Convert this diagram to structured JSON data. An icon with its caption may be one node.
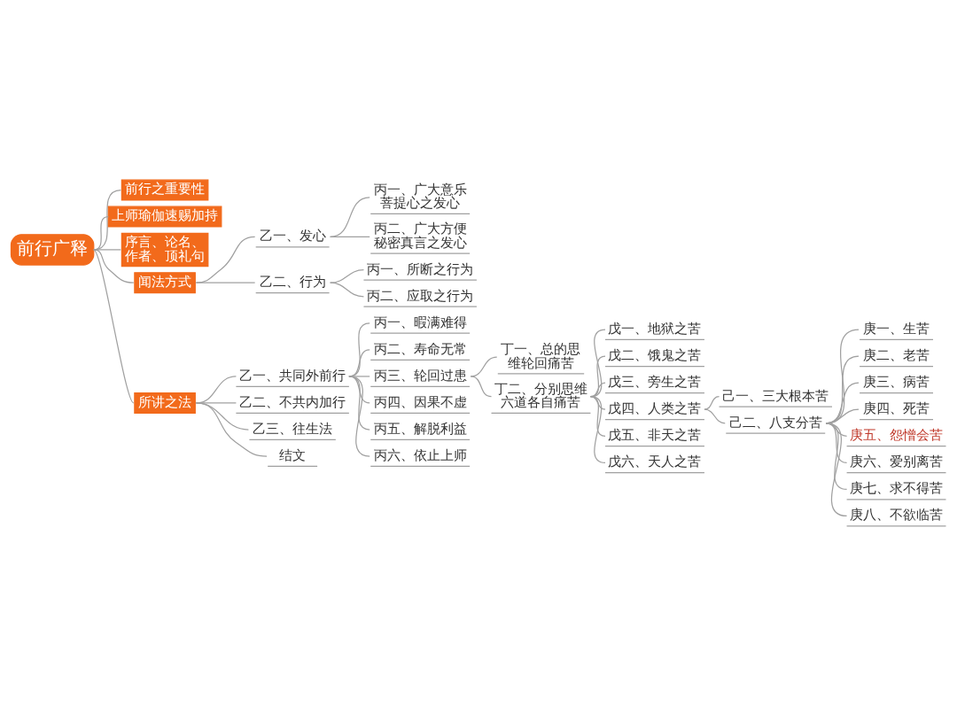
{
  "diagram": {
    "nodes": [
      {
        "text": [
          "前行广释"
        ]
      },
      {
        "text": [
          "前行之重要性"
        ]
      },
      {
        "text": [
          "上师瑜伽速赐加持"
        ]
      },
      {
        "text": [
          "序言、论名、作者、顶礼句"
        ]
      },
      {
        "text": [
          "闻法方式"
        ]
      },
      {
        "text": [
          "乙一、发心"
        ]
      },
      {
        "text": [
          "丙一、广大意乐菩提心之发心"
        ]
      },
      {
        "text": [
          "丙二、广大方便秘密真言之发心"
        ]
      },
      {
        "text": [
          "乙二、行为"
        ]
      },
      {
        "text": [
          "丙一、所断之行为"
        ]
      },
      {
        "text": [
          "丙二、应取之行为"
        ]
      },
      {
        "text": [
          "所讲之法"
        ]
      },
      {
        "text": [
          "乙一、共同外前行"
        ]
      },
      {
        "text": [
          "丙一、暇满难得"
        ]
      },
      {
        "text": [
          "丙二、寿命无常"
        ]
      },
      {
        "text": [
          "丙三、轮回过患"
        ]
      },
      {
        "text": [
          "丁一、总的思维轮回痛苦"
        ]
      },
      {
        "text": [
          "丁二、分别思维六道各自痛苦"
        ]
      },
      {
        "text": [
          "戊一、地狱之苦"
        ]
      },
      {
        "text": [
          "戊二、饿鬼之苦"
        ]
      },
      {
        "text": [
          "戊三、旁生之苦"
        ]
      },
      {
        "text": [
          "戊四、人类之苦"
        ]
      },
      {
        "text": [
          "己一、三大根本苦"
        ]
      },
      {
        "text": [
          "己二、八支分苦"
        ]
      },
      {
        "text": [
          "庚一、生苦"
        ]
      },
      {
        "text": [
          "庚二、老苦"
        ]
      },
      {
        "text": [
          "庚三、病苦"
        ]
      },
      {
        "text": [
          "庚四、死苦"
        ]
      },
      {
        "text": [
          "庚五、怨憎会苦"
        ]
      },
      {
        "text": [
          "庚六、爱别离苦"
        ]
      },
      {
        "text": [
          "庚七、求不得苦"
        ]
      },
      {
        "text": [
          "庚八、不欲临苦"
        ]
      },
      {
        "text": [
          "戊五、非天之苦"
        ]
      },
      {
        "text": [
          "戊六、天人之苦"
        ]
      },
      {
        "text": [
          "丙四、因果不虚"
        ]
      },
      {
        "text": [
          "丙五、解脱利益"
        ]
      },
      {
        "text": [
          "丙六、依止上师"
        ]
      },
      {
        "text": [
          "乙二、不共内加行"
        ]
      },
      {
        "text": [
          "乙三、往生法"
        ]
      },
      {
        "text": [
          "结文"
        ]
      }
    ],
    "edges": [
      {
        "from": 0,
        "to": 1,
        "arrow": "none"
      },
      {
        "from": 0,
        "to": 2,
        "arrow": "none"
      },
      {
        "from": 0,
        "to": 3,
        "arrow": "none"
      },
      {
        "from": 0,
        "to": 4,
        "arrow": "none"
      },
      {
        "from": 4,
        "to": 5,
        "arrow": "none"
      },
      {
        "from": 5,
        "to": 6,
        "arrow": "none"
      },
      {
        "from": 5,
        "to": 7,
        "arrow": "none"
      },
      {
        "from": 4,
        "to": 8,
        "arrow": "none"
      },
      {
        "from": 8,
        "to": 9,
        "arrow": "none"
      },
      {
        "from": 8,
        "to": 10,
        "arrow": "none"
      },
      {
        "from": 0,
        "to": 11,
        "arrow": "none"
      },
      {
        "from": 11,
        "to": 12,
        "arrow": "none"
      },
      {
        "from": 12,
        "to": 13,
        "arrow": "none"
      },
      {
        "from": 12,
        "to": 14,
        "arrow": "none"
      },
      {
        "from": 12,
        "to": 15,
        "arrow": "none"
      },
      {
        "from": 15,
        "to": 16,
        "arrow": "none"
      },
      {
        "from": 15,
        "to": 17,
        "arrow": "none"
      },
      {
        "from": 17,
        "to": 18,
        "arrow": "none"
      },
      {
        "from": 17,
        "to": 19,
        "arrow": "none"
      },
      {
        "from": 17,
        "to": 20,
        "arrow": "none"
      },
      {
        "from": 17,
        "to": 21,
        "arrow": "none"
      },
      {
        "from": 21,
        "to": 22,
        "arrow": "none"
      },
      {
        "from": 21,
        "to": 23,
        "arrow": "none"
      },
      {
        "from": 23,
        "to": 24,
        "arrow": "none"
      },
      {
        "from": 23,
        "to": 25,
        "arrow": "none"
      },
      {
        "from": 23,
        "to": 26,
        "arrow": "none"
      },
      {
        "from": 23,
        "to": 27,
        "arrow": "none"
      },
      {
        "from": 23,
        "to": 28,
        "arrow": "none"
      },
      {
        "from": 23,
        "to": 29,
        "arrow": "none"
      },
      {
        "from": 23,
        "to": 30,
        "arrow": "none"
      },
      {
        "from": 23,
        "to": 31,
        "arrow": "none"
      },
      {
        "from": 17,
        "to": 32,
        "arrow": "none"
      },
      {
        "from": 17,
        "to": 33,
        "arrow": "none"
      },
      {
        "from": 12,
        "to": 34,
        "arrow": "none"
      },
      {
        "from": 12,
        "to": 35,
        "arrow": "none"
      },
      {
        "from": 12,
        "to": 36,
        "arrow": "none"
      },
      {
        "from": 11,
        "to": 37,
        "arrow": "none"
      },
      {
        "from": 11,
        "to": 38,
        "arrow": "none"
      },
      {
        "from": 11,
        "to": 39,
        "arrow": "none"
      }
    ]
  }
}
